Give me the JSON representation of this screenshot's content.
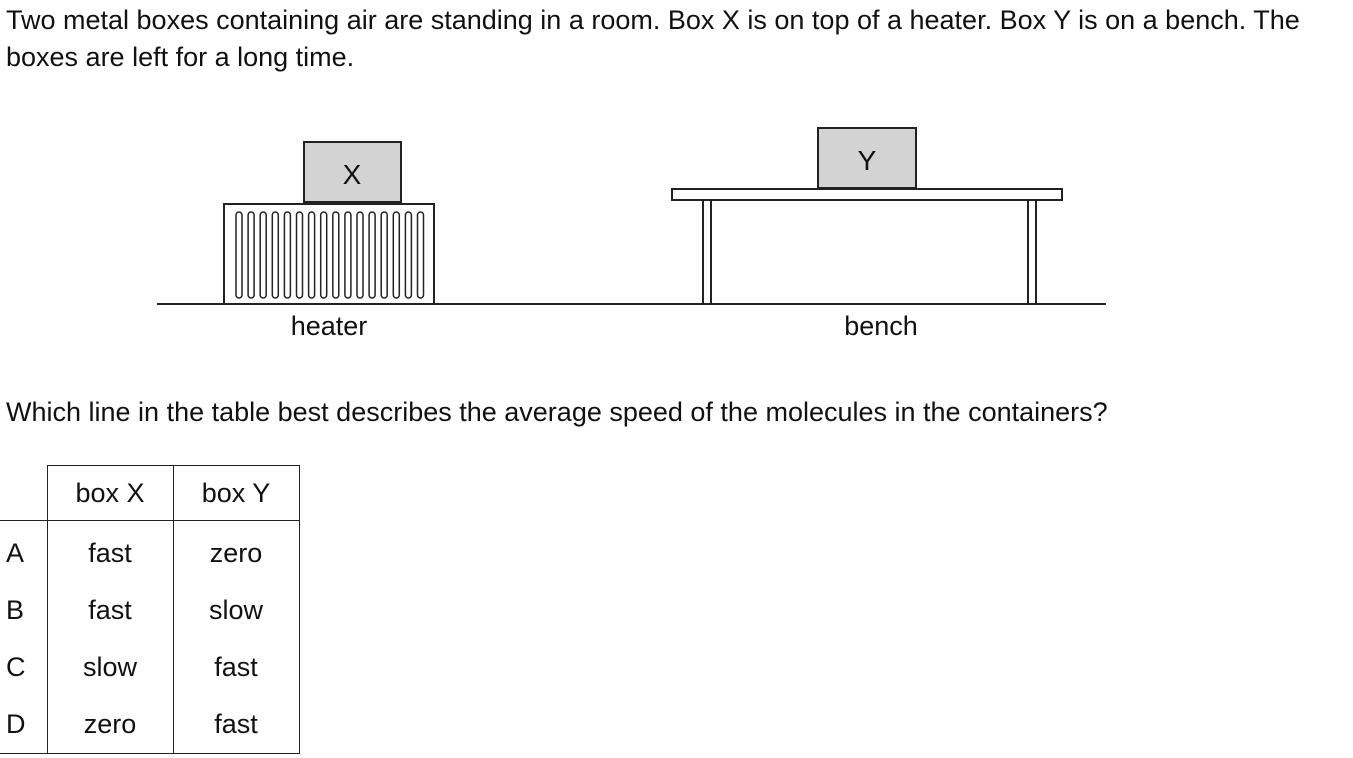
{
  "question": {
    "intro": "Two metal boxes containing air are standing in a room. Box X is on top of a heater. Box Y is on a bench. The boxes are left for a long time.",
    "prompt": "Which line in the table best describes the average speed of the molecules in the containers?"
  },
  "diagram": {
    "box_x_label": "X",
    "box_y_label": "Y",
    "heater_label": "heater",
    "bench_label": "bench",
    "box_fill": "#d3d3d3"
  },
  "table": {
    "headers": [
      "",
      "box X",
      "box Y"
    ],
    "rows": [
      {
        "option": "A",
        "box_x": "fast",
        "box_y": "zero"
      },
      {
        "option": "B",
        "box_x": "fast",
        "box_y": "slow"
      },
      {
        "option": "C",
        "box_x": "slow",
        "box_y": "fast"
      },
      {
        "option": "D",
        "box_x": "zero",
        "box_y": "fast"
      }
    ]
  }
}
